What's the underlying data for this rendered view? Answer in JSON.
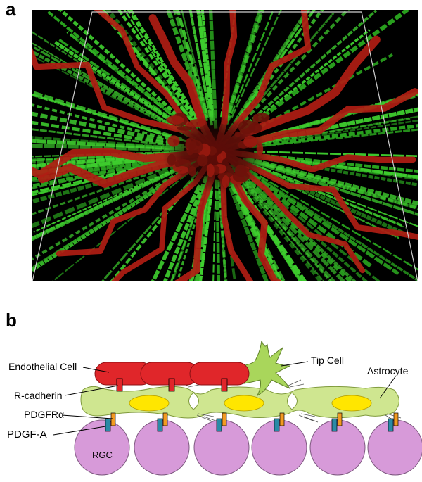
{
  "panel_a": {
    "letter": "a"
  },
  "panel_b": {
    "letter": "b",
    "labels": {
      "endothelial": "Endothelial Cell",
      "tip": "Tip Cell",
      "astrocyte": "Astrocyte",
      "rcadherin": "R-cadherin",
      "pdgfra": "PDGFRα",
      "pdgfa": "PDGF-A",
      "rgc": "RGC"
    }
  },
  "colors": {
    "endothelial": "#e0262a",
    "astrocyte": "#cfe690",
    "nucleus": "#ffe600",
    "rgc": "#d79ad9",
    "receptor_orange": "#f39b22",
    "ligand_teal": "#2a8aa6",
    "cadherin_red": "#e0262a",
    "fluor_green": "#3fcf2f",
    "fluor_red": "#b01d14"
  }
}
